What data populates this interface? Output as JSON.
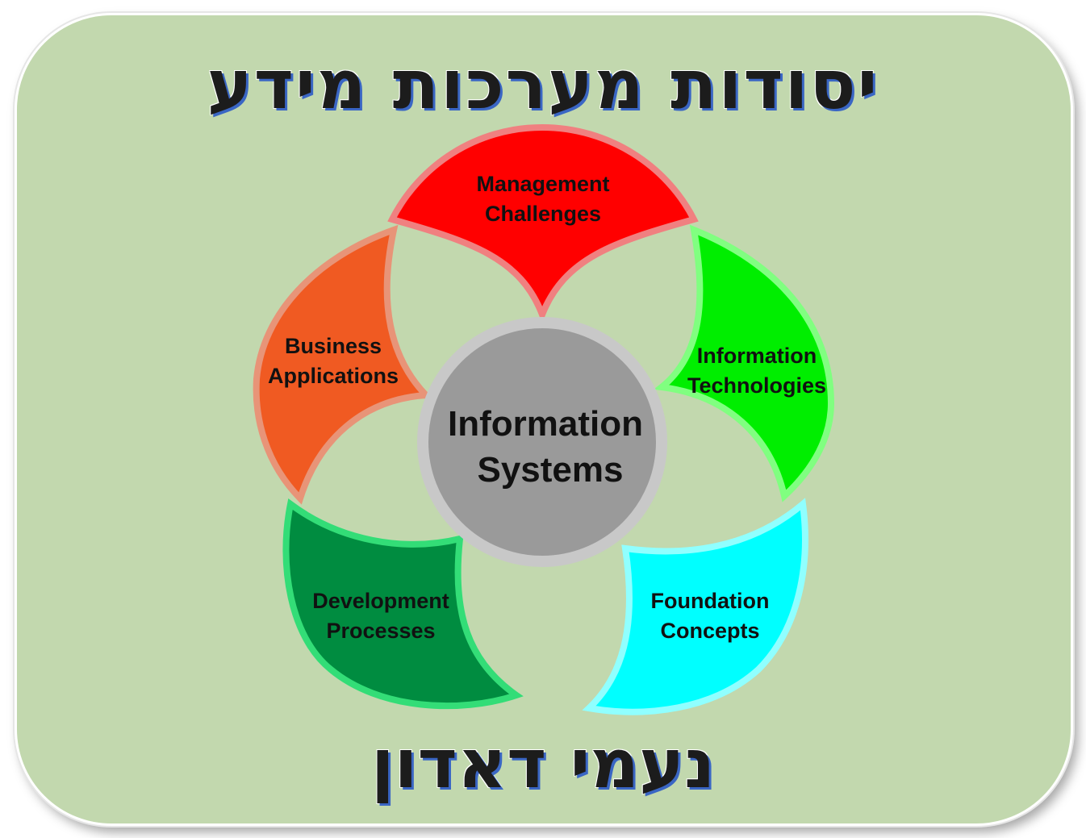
{
  "title": "יסודות מערכות מידע",
  "author": "נעמי דאדון",
  "diagram": {
    "center": {
      "line1": "Information",
      "line2": "Systems",
      "color": "#9a9a9a"
    },
    "petals": [
      {
        "line1": "Management",
        "line2": "Challenges",
        "color": "#ff0000",
        "border": "#f08080"
      },
      {
        "line1": "Information",
        "line2": "Technologies",
        "color": "#00ee00",
        "border": "#80ff80"
      },
      {
        "line1": "Foundation",
        "line2": "Concepts",
        "color": "#00ffff",
        "border": "#90ffff"
      },
      {
        "line1": "Development",
        "line2": "Processes",
        "color": "#008c40",
        "border": "#33dd77"
      },
      {
        "line1": "Business",
        "line2": "Applications",
        "color": "#f05a22",
        "border": "#e89478"
      }
    ]
  }
}
